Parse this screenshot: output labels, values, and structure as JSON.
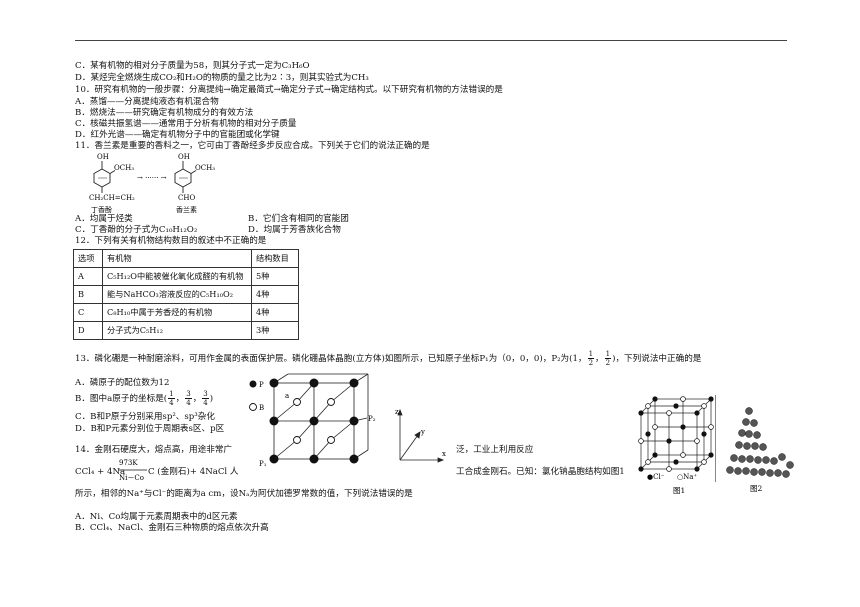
{
  "lines": {
    "l01": "C．某有机物的相对分子质量为58，则其分子式一定为C₃H₆O",
    "l02": "D．某烃完全燃烧生成CO₂和H₂O的物质的量之比为2∶3，则其实验式为CH₃",
    "l03": "10．研究有机物的一般步骤：分离提纯→确定最简式→确定分子式→确定结构式。以下研究有机物的方法错误的是",
    "l04": "A．蒸馏——分离提纯液态有机混合物",
    "l05": "B．燃烧法——研究确定有机物成分的有效方法",
    "l06": "C．核磁共振氢谱——通常用于分析有机物的相对分子质量",
    "l07": "D．红外光谱——确定有机物分子中的官能团或化学键",
    "l08": "11．香兰素是重要的香料之一，它可由丁香酚经多步反应合成。下列关于它们的说法正确的是",
    "l09a": "A．均属于烃类",
    "l09b": "B．它们含有相同的官能团",
    "l10a": "C．丁香酚的分子式为C₁₀H₁₂O₂",
    "l10b": "D．均属于芳香族化合物",
    "l11": "12．下列有关有机物结构数目的叙述中不正确的是",
    "l13a": "13．磷化硼是一种耐磨涂料，可用作金属的表面保护层。磷化硼晶体晶胞(立方体)如图所示，已知原子坐标P₁为（0，0，0)，P₂为(1，",
    "l13b": "，",
    "l13c": ")，下列说法中正确的是",
    "l14": "A．磷原子的配位数为12",
    "l15a": "B．图中a原子的坐标是(",
    "l15b": "，",
    "l15c": "，",
    "l15d": ")",
    "l16": "C．B和P原子分别采用sp²、sp³杂化",
    "l17": "D．B和P元素分别位于周期表s区、p区",
    "l18a": "14．金刚石硬度大，熔点高，用途非常广",
    "l18b": "泛，工业上利用反应",
    "l19a": "CCl₄ + 4Na",
    "l19b": "C (金刚石)+ 4NaCl 人",
    "l19c": "工合成金刚石。已知：氯化钠晶胞结构如图1",
    "l20": "所示，相邻的Na⁺与Cl⁻的距离为a cm，设Nₐ为阿伏加德罗常数的值，下列说法错误的是",
    "l21": "A．Ni、Co均属于元素周期表中的d区元素",
    "l22": "B．CCl₄、NaCl、金刚石三种物质的熔点依次升高"
  },
  "fractions": {
    "p2_y": {
      "num": "1",
      "den": "2"
    },
    "p2_z": {
      "num": "1",
      "den": "2"
    },
    "a_x": {
      "num": "1",
      "den": "4"
    },
    "a_y": {
      "num": "3",
      "den": "4"
    },
    "a_z": {
      "num": "3",
      "den": "4"
    }
  },
  "reaction": {
    "above": "973K",
    "below": "Ni－Co"
  },
  "fig11": {
    "oh1": "OH",
    "och3_1": "OCH₃",
    "chain": "CH₂CH=CH₂",
    "arrow": "→ ······ →",
    "oh2": "OH",
    "och3_2": "OCH₃",
    "cho": "CHO",
    "name1": "丁香酚",
    "name2": "香兰素"
  },
  "table12": {
    "headers": [
      "选项",
      "有机物",
      "结构数目"
    ],
    "rows": [
      [
        "A",
        "C₅H₁₂O中能被催化氧化成醛的有机物",
        "5种"
      ],
      [
        "B",
        "能与NaHCO₃溶液反应的C₅H₁₀O₂",
        "4种"
      ],
      [
        "C",
        "C₈H₁₀中属于芳香烃的有机物",
        "4种"
      ],
      [
        "D",
        "分子式为C₅H₁₂",
        "3种"
      ]
    ]
  },
  "fig13": {
    "legend_p": "P",
    "legend_b": "B",
    "label_a": "a",
    "label_p1": "P₁",
    "label_p2": "P₂"
  },
  "axes": {
    "z": "z",
    "y": "y",
    "x": "x"
  },
  "fig14": {
    "legend_cl": "●Cl⁻",
    "legend_na": "○Na⁺",
    "caption1": "图1",
    "caption2": "图2"
  }
}
